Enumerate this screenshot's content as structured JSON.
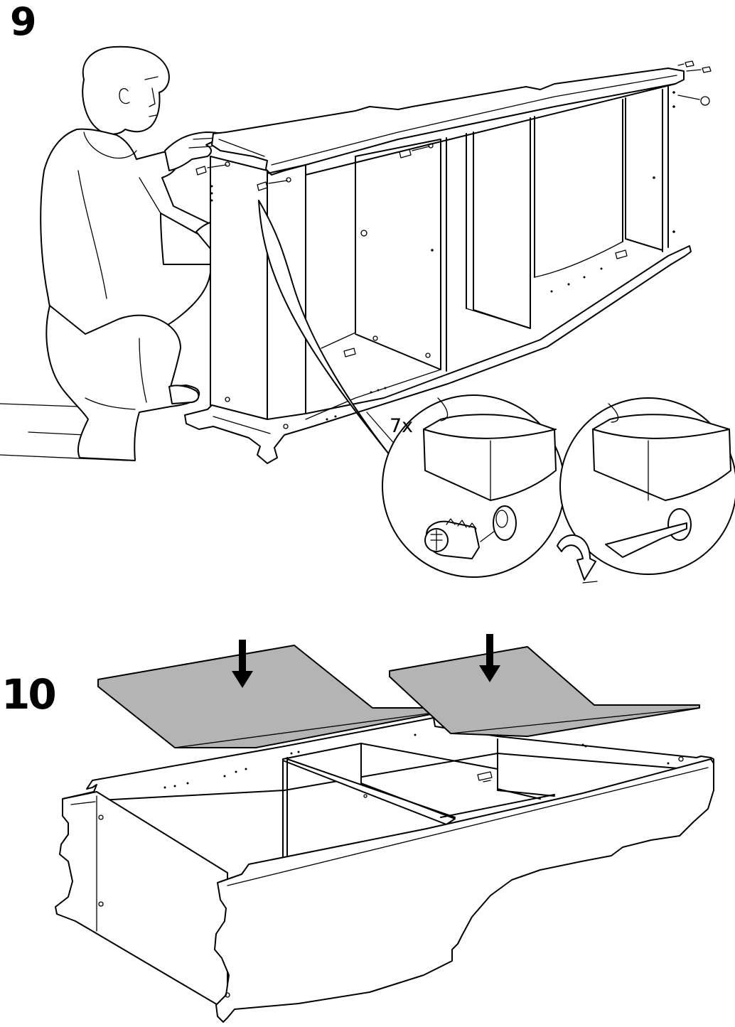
{
  "steps": [
    {
      "number": "9",
      "quantity_label": "7x"
    },
    {
      "number": "10"
    }
  ],
  "colors": {
    "line": "#000000",
    "panel_fill": "#b4b4b4",
    "background": "#ffffff"
  },
  "icons": [
    "person-illustration",
    "screwdriver-icon",
    "cam-lock-icon",
    "cam-dowel-icon",
    "rotate-arrow-icon",
    "down-arrow-icon"
  ]
}
